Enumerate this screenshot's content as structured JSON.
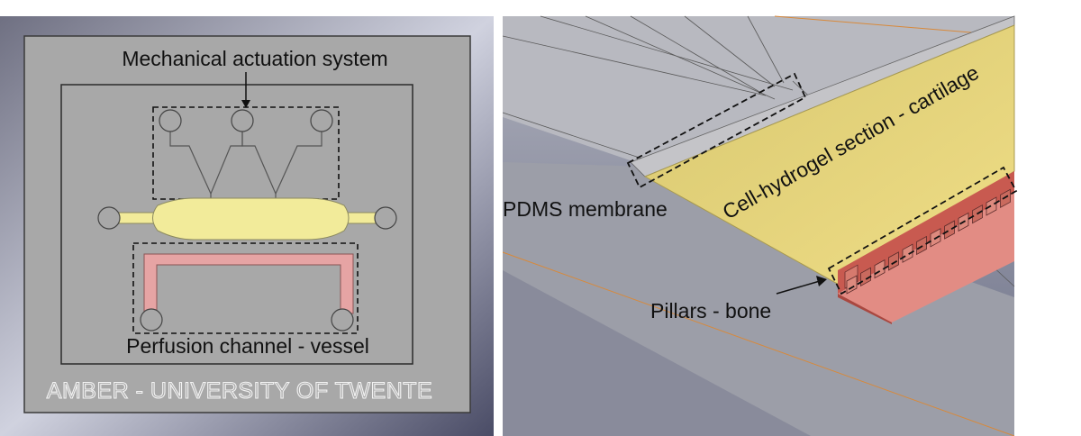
{
  "left_panel": {
    "labels": {
      "mechanical": "Mechanical actuation system",
      "perfusion": "Perfusion channel - vessel",
      "watermark": "AMBER - UNIVERSITY OF TWENTE"
    },
    "colors": {
      "hydrogel_channel": "#f2eb9a",
      "perfusion_channel": "#e6a4a4",
      "chip_body": "#a7a7a7"
    }
  },
  "right_panel": {
    "labels": {
      "hydrogel": "Cell-hydrogel section -  cartilage",
      "membrane": "PDMS membrane",
      "pillars": "Pillars - bone"
    },
    "colors": {
      "hydrogel": "#e9d77a",
      "bone": "#d9726a"
    }
  }
}
